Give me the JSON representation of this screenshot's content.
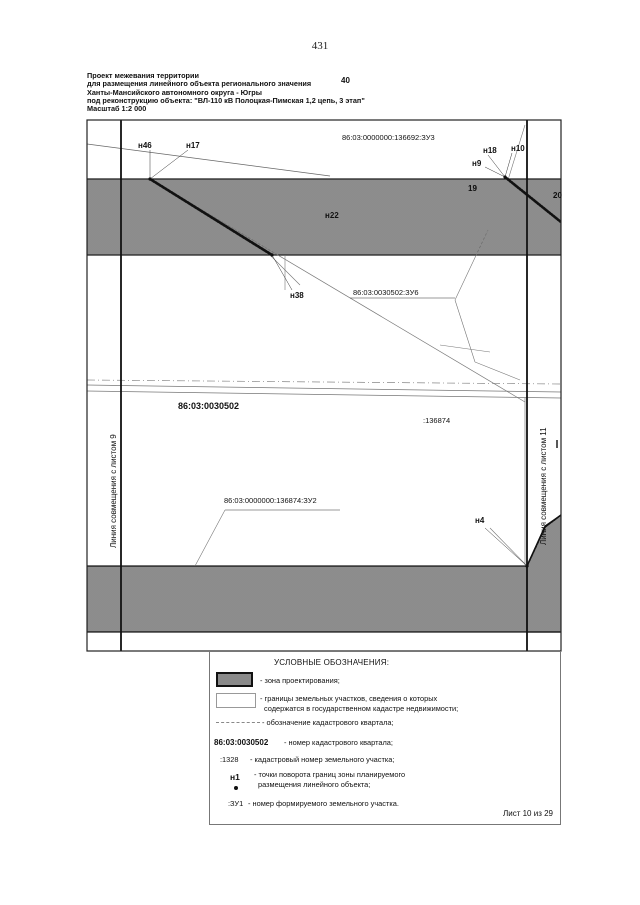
{
  "page": {
    "number": "431"
  },
  "header": {
    "lines": [
      "Проект межевания территории",
      "для размещения линейного объекта регионального значения",
      "Ханты-Мансийского автономного округа - Югры",
      "под реконструкцию объекта: \"ВЛ-110 кВ Полоцкая-Пимская 1,2 цепь, 3 этап\"",
      "Масштаб 1:2 000"
    ],
    "sheet_number": "40"
  },
  "map": {
    "labels": {
      "n46": "н46",
      "n17": "н17",
      "n18": "н18",
      "n10": "н10",
      "n9": "н9",
      "p19": "19",
      "p20": "20",
      "n22": "н22",
      "n38": "н38",
      "n4": "н4",
      "parcel_zu3": "86:03:0000000:136692:ЗУ3",
      "parcel_zu6": "86:03:0030502:ЗУ6",
      "parcel_zu2": "86:03:0000000:136874:ЗУ2",
      "quarter": "86:03:0030502",
      "parcel_short": ":136874",
      "match_left": "Линия совмещения с листом 9",
      "match_right": "Линия совмещения с листом 11"
    }
  },
  "legend": {
    "title": "УСЛОВНЫЕ ОБОЗНАЧЕНИЯ:",
    "zone": "- зона проектирования;",
    "boundaries_1": "- границы земельных участков, сведения о которых",
    "boundaries_2": "содержатся  в государственном кадастре недвижимости;",
    "quarter_line": "- обозначение кадастрового квартала;",
    "quarter_sample": "86:03:0030502",
    "quarter_desc": "- номер кадастрового квартала;",
    "parcel_sample": ":1328",
    "parcel_desc": "- кадастровый номер земельного участка;",
    "point_sample": "н1",
    "point_desc_1": "- точки поворота границ зоны планируемого",
    "point_desc_2": "размещения линейного объекта;",
    "new_parcel_sample": ":ЗУ1",
    "new_parcel_desc": "- номер формируемого земельного участка."
  },
  "footer": {
    "sheet": "Лист 10 из 29"
  }
}
